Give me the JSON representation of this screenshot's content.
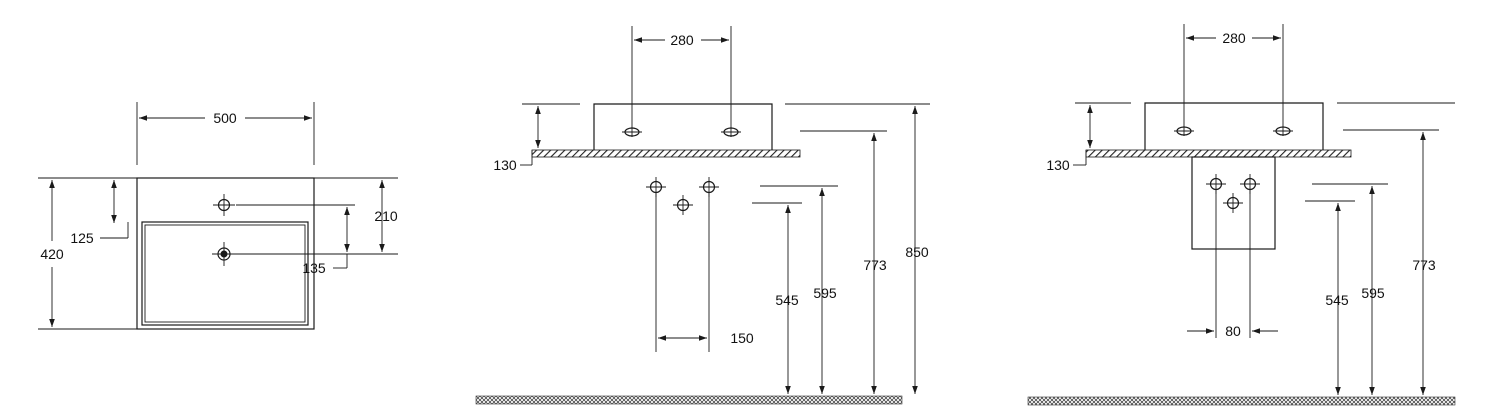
{
  "colors": {
    "line": "#1a1a1a",
    "hatch": "#222222",
    "background": "#ffffff"
  },
  "top_view": {
    "width": "500",
    "depth": "420",
    "tap_offset": "125",
    "tap_to_waste": "210",
    "waste_offset": "135"
  },
  "side_view_left": {
    "tap_spacing": "280",
    "slab": "130",
    "trap_spacing": "150",
    "h545": "545",
    "h595": "595",
    "h773": "773",
    "h850": "850"
  },
  "side_view_right": {
    "tap_spacing": "280",
    "slab": "130",
    "pipe_spacing": "80",
    "h545": "545",
    "h595": "595",
    "h773": "773"
  }
}
